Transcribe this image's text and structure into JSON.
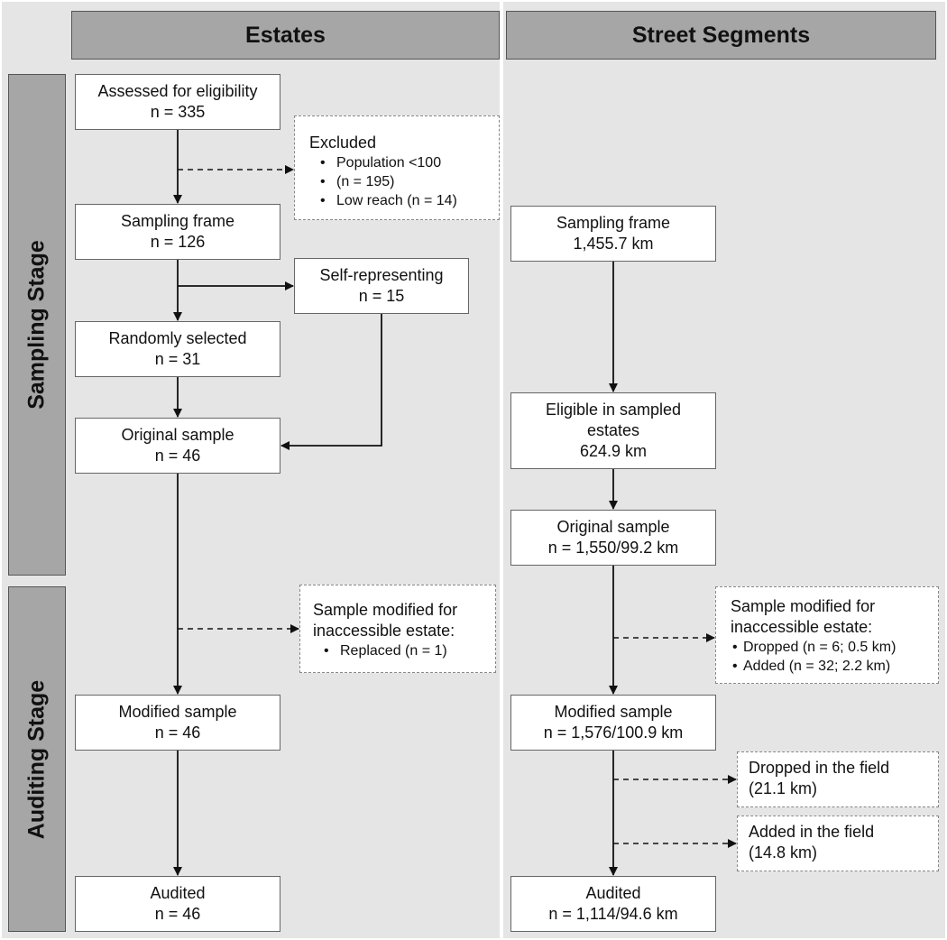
{
  "columns": {
    "estates": "Estates",
    "street_segments": "Street Segments"
  },
  "stages": {
    "sampling": "Sampling Stage",
    "auditing": "Auditing Stage"
  },
  "estates": {
    "assessed": {
      "label": "Assessed for eligibility",
      "value": "n = 335"
    },
    "excluded": {
      "title": "Excluded",
      "items": [
        "Population <100",
        "(n = 195)",
        "Low reach (n = 14)"
      ]
    },
    "sampling_frame": {
      "label": "Sampling frame",
      "value": "n = 126"
    },
    "self_representing": {
      "label": "Self-representing",
      "value": "n = 15"
    },
    "randomly_selected": {
      "label": "Randomly selected",
      "value": "n = 31"
    },
    "original_sample": {
      "label": "Original sample",
      "value": "n = 46"
    },
    "modified_note": {
      "line1": "Sample modified for",
      "line2": "inaccessible estate:",
      "items": [
        "Replaced (n = 1)"
      ]
    },
    "modified_sample": {
      "label": "Modified sample",
      "value": "n = 46"
    },
    "audited": {
      "label": "Audited",
      "value": "n = 46"
    }
  },
  "streets": {
    "sampling_frame": {
      "label": "Sampling frame",
      "value": "1,455.7 km"
    },
    "eligible": {
      "line1": "Eligible in sampled",
      "line2": "estates",
      "value": "624.9 km"
    },
    "original_sample": {
      "label": "Original sample",
      "value": "n = 1,550/99.2 km"
    },
    "modified_note": {
      "line1": "Sample modified for",
      "line2": "inaccessible estate:",
      "items": [
        "Dropped (n = 6; 0.5 km)",
        "Added (n = 32; 2.2 km)"
      ]
    },
    "modified_sample": {
      "label": "Modified sample",
      "value": "n = 1,576/100.9 km"
    },
    "dropped_field": {
      "line1": "Dropped in the field",
      "line2": "(21.1 km)"
    },
    "added_field": {
      "line1": "Added in the field",
      "line2": "(14.8 km)"
    },
    "audited": {
      "label": "Audited",
      "value": "n = 1,114/94.6 km"
    }
  },
  "colors": {
    "panel_bg": "#e5e5e5",
    "header_bg": "#a6a6a6",
    "box_border": "#666666",
    "dashed_border": "#888888",
    "arrow": "#111111"
  }
}
